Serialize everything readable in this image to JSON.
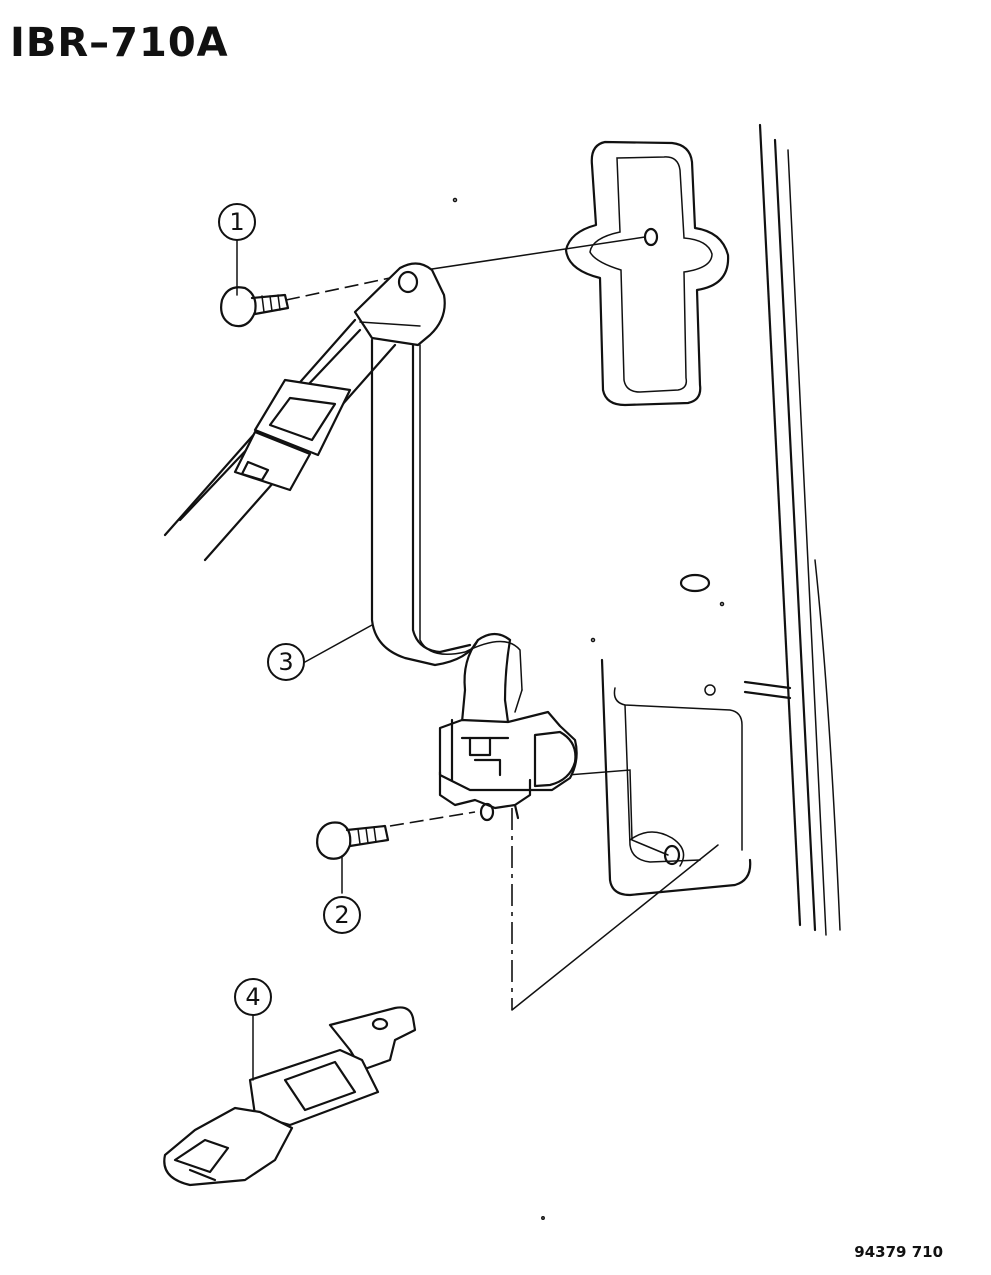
{
  "header": {
    "title": "IBR–710A"
  },
  "footer": {
    "figure_code": "94379  710"
  },
  "callouts": [
    {
      "number": "1"
    },
    {
      "number": "2"
    },
    {
      "number": "3"
    },
    {
      "number": "4"
    }
  ]
}
